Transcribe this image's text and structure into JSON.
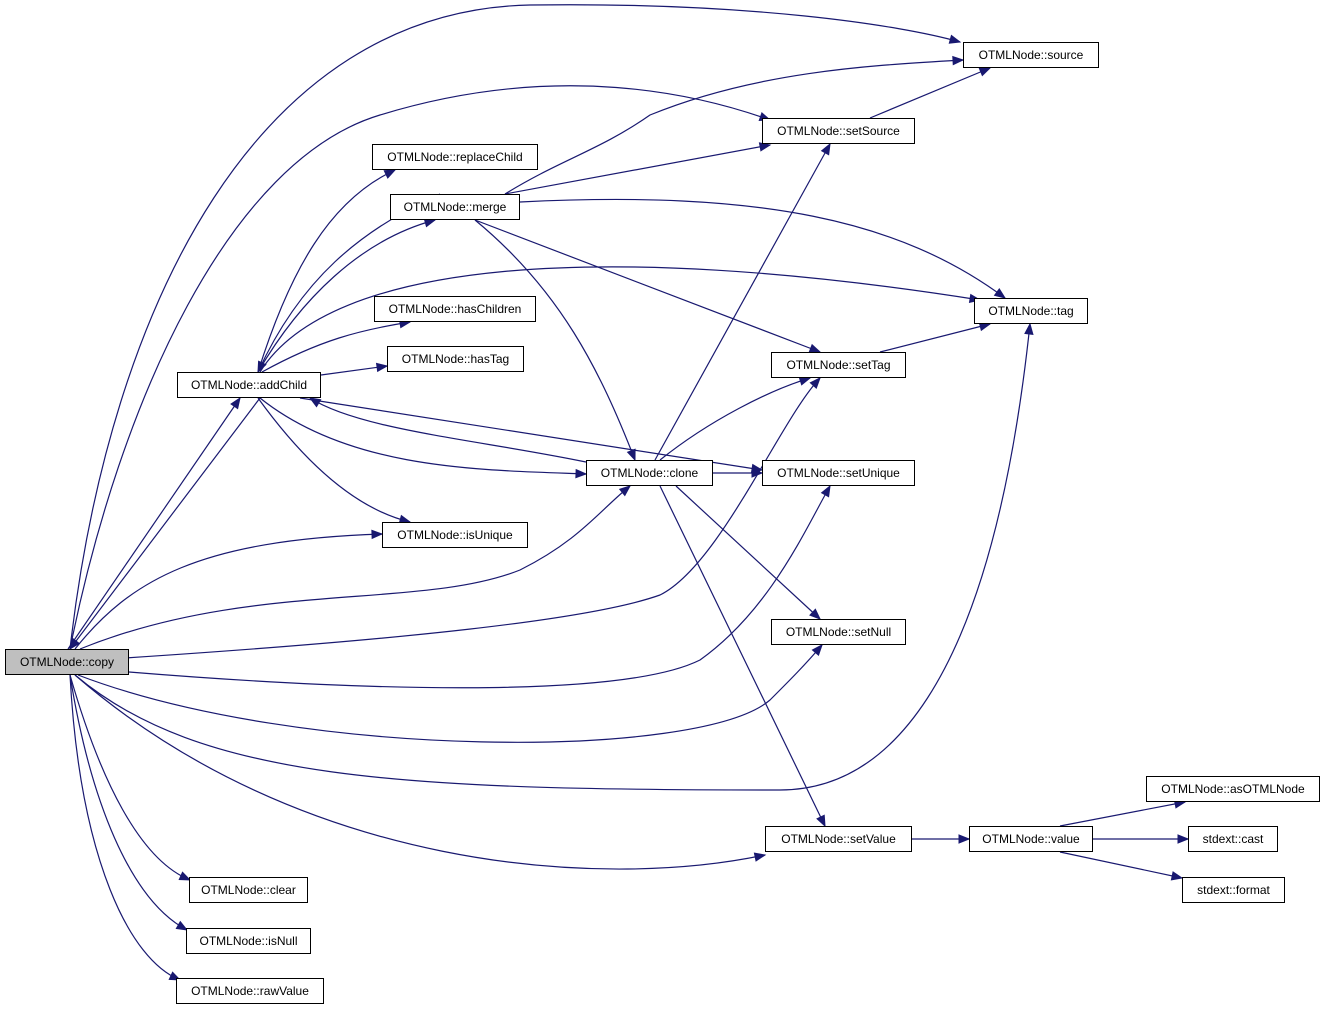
{
  "graph": {
    "root": "copy",
    "nodes": {
      "copy": "OTMLNode::copy",
      "addChild": "OTMLNode::addChild",
      "replaceChild": "OTMLNode::replaceChild",
      "merge": "OTMLNode::merge",
      "hasChildren": "OTMLNode::hasChildren",
      "hasTag": "OTMLNode::hasTag",
      "isUnique": "OTMLNode::isUnique",
      "clone": "OTMLNode::clone",
      "source": "OTMLNode::source",
      "setSource": "OTMLNode::setSource",
      "tag": "OTMLNode::tag",
      "setTag": "OTMLNode::setTag",
      "setUnique": "OTMLNode::setUnique",
      "setNull": "OTMLNode::setNull",
      "setValue": "OTMLNode::setValue",
      "value": "OTMLNode::value",
      "asOTMLNode": "OTMLNode::asOTMLNode",
      "cast": "stdext::cast",
      "format": "stdext::format",
      "clear": "OTMLNode::clear",
      "isNull": "OTMLNode::isNull",
      "rawValue": "OTMLNode::rawValue"
    },
    "edges": [
      [
        "copy",
        "source"
      ],
      [
        "copy",
        "setSource"
      ],
      [
        "copy",
        "addChild"
      ],
      [
        "copy",
        "isUnique"
      ],
      [
        "copy",
        "clone"
      ],
      [
        "copy",
        "setTag"
      ],
      [
        "copy",
        "setUnique"
      ],
      [
        "copy",
        "setNull"
      ],
      [
        "copy",
        "tag"
      ],
      [
        "copy",
        "setValue"
      ],
      [
        "copy",
        "clear"
      ],
      [
        "copy",
        "isNull"
      ],
      [
        "copy",
        "rawValue"
      ],
      [
        "addChild",
        "replaceChild"
      ],
      [
        "addChild",
        "merge"
      ],
      [
        "addChild",
        "tag"
      ],
      [
        "addChild",
        "hasChildren"
      ],
      [
        "addChild",
        "hasTag"
      ],
      [
        "addChild",
        "clone"
      ],
      [
        "addChild",
        "setUnique"
      ],
      [
        "addChild",
        "isUnique"
      ],
      [
        "addChild",
        "copy"
      ],
      [
        "merge",
        "source"
      ],
      [
        "merge",
        "setSource"
      ],
      [
        "merge",
        "tag"
      ],
      [
        "merge",
        "setTag"
      ],
      [
        "merge",
        "clone"
      ],
      [
        "merge",
        "addChild"
      ],
      [
        "clone",
        "setSource"
      ],
      [
        "clone",
        "setTag"
      ],
      [
        "clone",
        "setUnique"
      ],
      [
        "clone",
        "setNull"
      ],
      [
        "clone",
        "setValue"
      ],
      [
        "clone",
        "addChild"
      ],
      [
        "setSource",
        "source"
      ],
      [
        "setTag",
        "tag"
      ],
      [
        "setValue",
        "value"
      ],
      [
        "value",
        "asOTMLNode"
      ],
      [
        "value",
        "cast"
      ],
      [
        "value",
        "format"
      ]
    ]
  }
}
